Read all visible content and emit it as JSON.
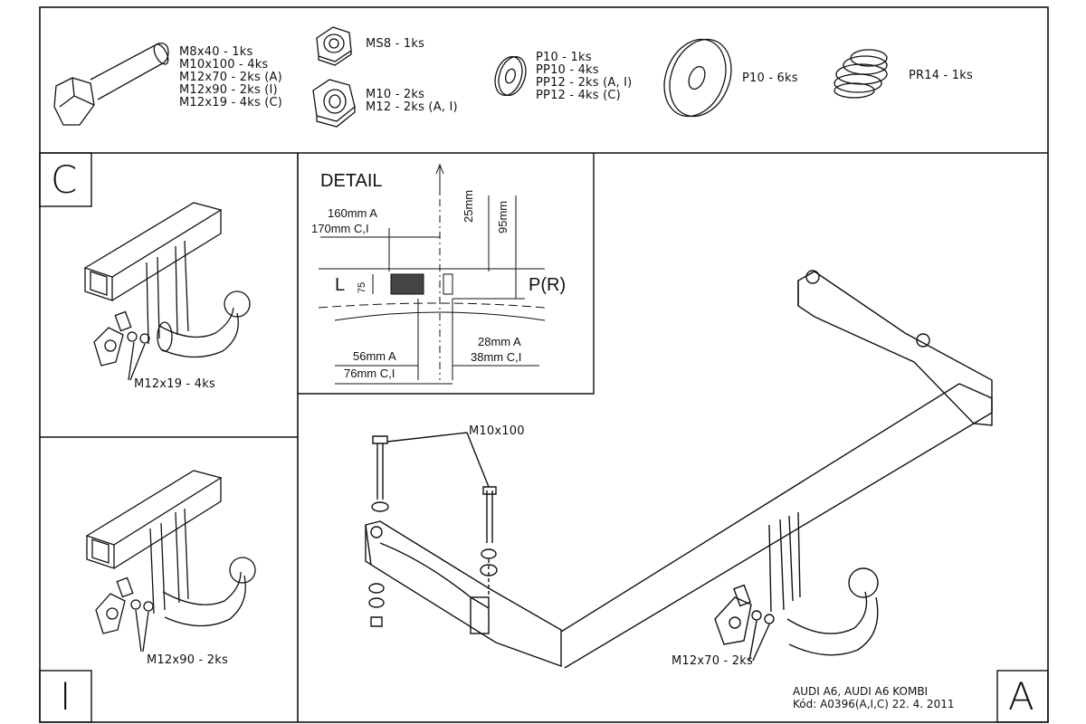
{
  "parts": {
    "bolt_list": [
      "M8x40 - 1ks",
      "M10x100 - 4ks",
      "M12x70 - 2ks (A)",
      "M12x90 - 2ks (I)",
      "M12x19 - 4ks (C)"
    ],
    "ms8": "MS8 - 1ks",
    "nut_list": [
      "M10 - 2ks",
      "M12 - 2ks (A, I)"
    ],
    "washer_list": [
      "P10 - 1ks",
      "PP10 - 4ks",
      "PP12 - 2ks (A, I)",
      "PP12 - 4ks (C)"
    ],
    "big_washer": "P10 - 6ks",
    "spring": "PR14 - 1ks"
  },
  "panels": {
    "c_letter": "C",
    "c_bolt": "M12x19 - 4ks",
    "i_letter": "I",
    "i_bolt": "M12x90 - 2ks",
    "a_letter": "A",
    "a_bolt": "M12x70 - 2ks",
    "a_top_bolt": "M10x100"
  },
  "detail": {
    "title": "DETAIL",
    "dim_160": "160mm A",
    "dim_170": "170mm C,I",
    "dim_25": "25mm",
    "dim_95": "95mm",
    "dim_75": "75",
    "left": "L",
    "right": "P(R)",
    "dim_56": "56mm A",
    "dim_76": "76mm C,I",
    "dim_28": "28mm A",
    "dim_38": "38mm C,I"
  },
  "title_block": {
    "model": "AUDI A6, AUDI A6 KOMBI",
    "code": "Kód: A0396(A,I,C)  22. 4. 2011"
  }
}
